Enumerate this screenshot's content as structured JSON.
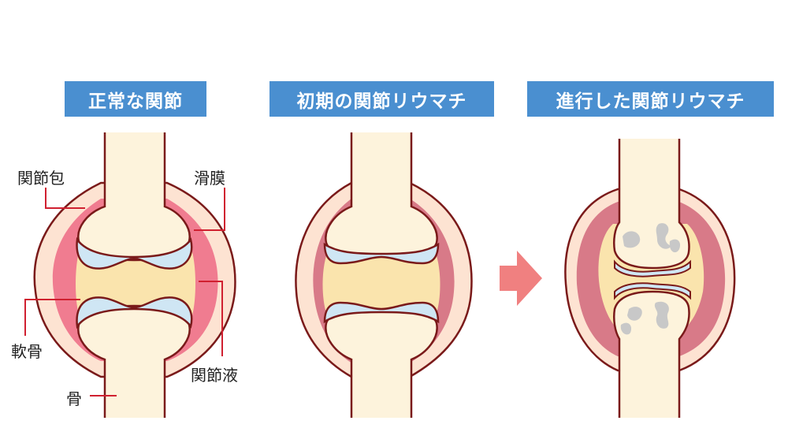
{
  "titles": {
    "normal": "正常な関節",
    "early": "初期の関節リウマチ",
    "advanced": "進行した関節リウマチ"
  },
  "labels": {
    "capsule": "関節包",
    "synovium": "滑膜",
    "cartilage": "軟骨",
    "synovial_fluid": "関節液",
    "bone": "骨"
  },
  "colors": {
    "title_bg": "#4a8fd0",
    "bone": "#fdf3dc",
    "outline": "#7a1a1a",
    "capsule": "#fde3d2",
    "synovium_normal": "#f07c90",
    "synovium_inflamed": "#d87a88",
    "cartilage": "#cfe6f4",
    "fluid": "#fae4ad",
    "erosion": "#c8c8c8",
    "arrow": "#f08080",
    "leader": "#d02030"
  }
}
